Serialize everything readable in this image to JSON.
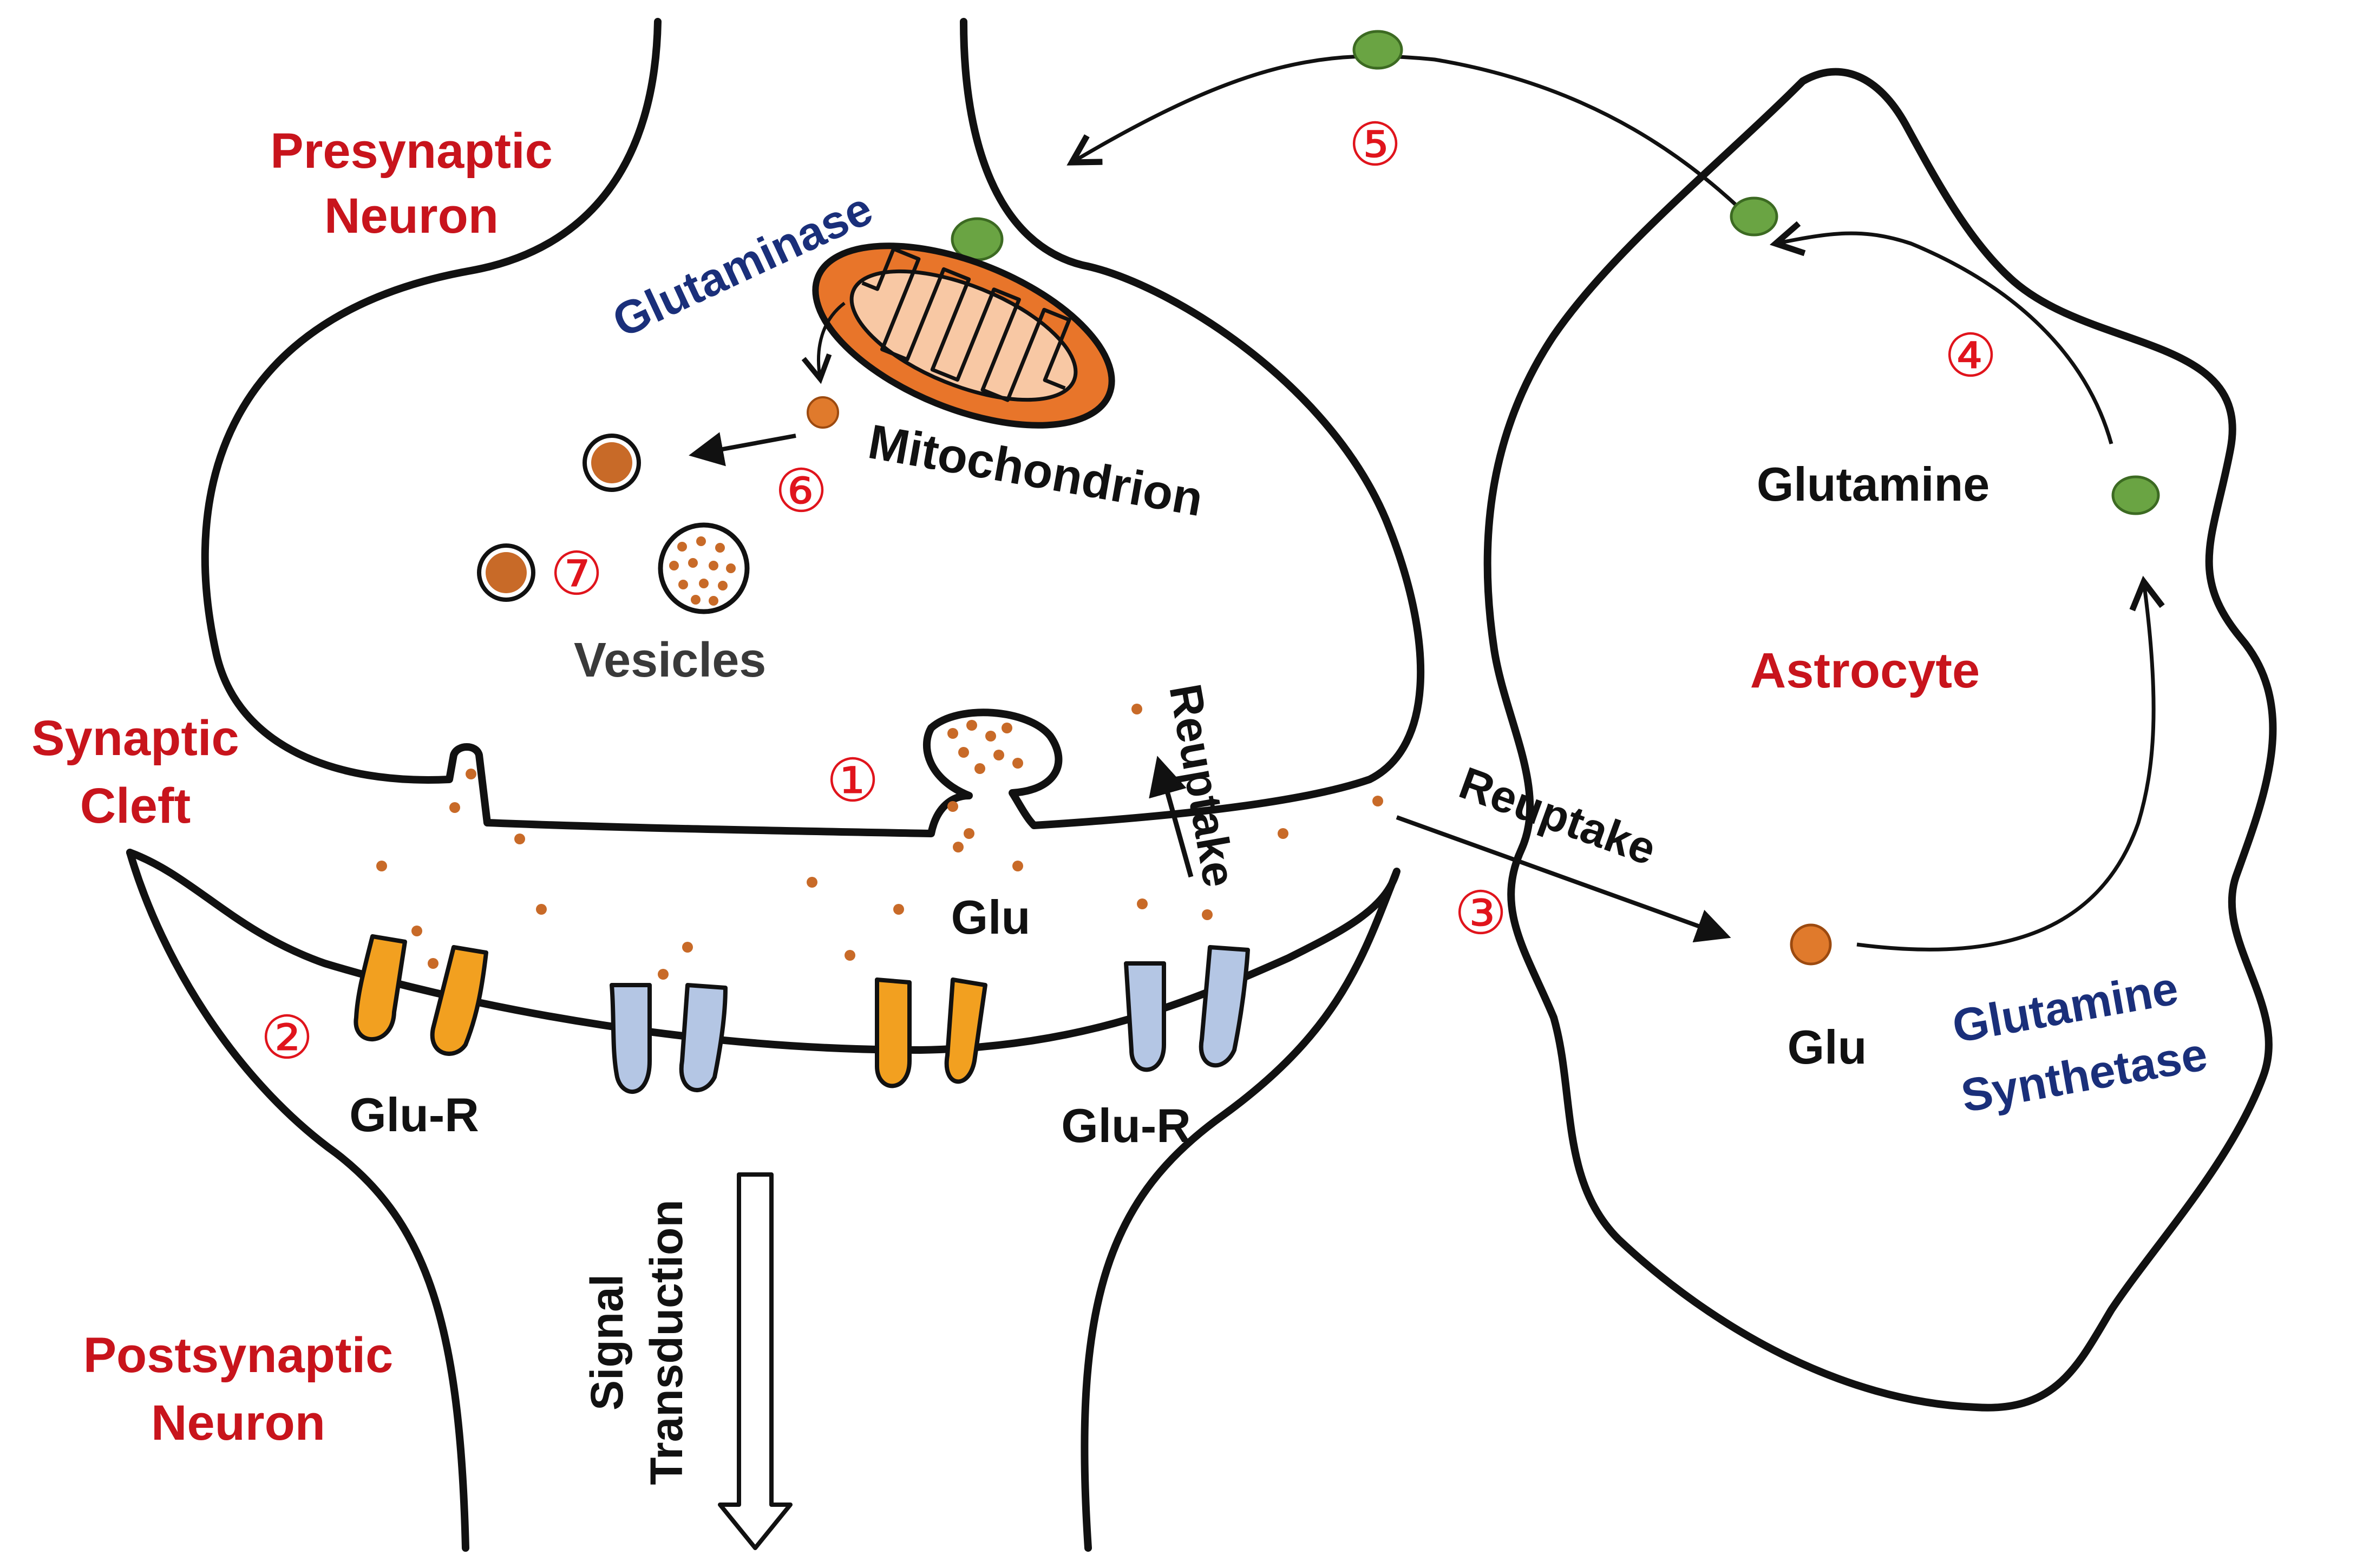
{
  "labels": {
    "presynaptic_line1": "Presynaptic",
    "presynaptic_line2": "Neuron",
    "glutaminase": "Glutaminase",
    "mitochondrion": "Mitochondrion",
    "vesicles": "Vesicles",
    "synaptic_line1": "Synaptic",
    "synaptic_line2": "Cleft",
    "postsynaptic_line1": "Postsynaptic",
    "postsynaptic_line2": "Neuron",
    "astrocyte": "Astrocyte",
    "glutamine": "Glutamine",
    "glu_cleft": "Glu",
    "glu_astro": "Glu",
    "glu_r_left": "Glu-R",
    "glu_r_right": "Glu-R",
    "reuptake_vertical": "Reuptake",
    "reuptake_diagonal": "Reuptake",
    "gs_line1": "Glutamine",
    "gs_line2": "Synthetase",
    "signal_line1": "Signal",
    "signal_line2": "Transduction"
  },
  "steps": {
    "s1": "①",
    "s2": "②",
    "s3": "③",
    "s4": "④",
    "s5": "⑤",
    "s6": "⑥",
    "s7": "⑦"
  },
  "colors": {
    "label_red": "#c8141c",
    "label_blue": "#1a2f7a",
    "glutamate_orange": "#e07a2c",
    "glutamine_green": "#6aa443",
    "receptor_orange": "#f2a020",
    "receptor_blue": "#b4c6e4",
    "mitochondrion_orange": "#e8752a",
    "mitochondrion_inner": "#f8c8a4"
  }
}
